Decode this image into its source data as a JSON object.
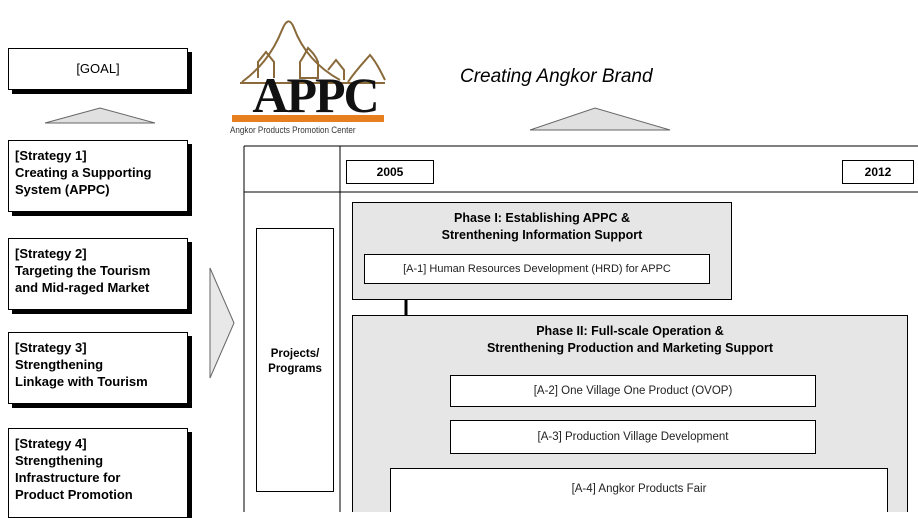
{
  "goal": {
    "label": "[GOAL]"
  },
  "brand": {
    "title": "Creating Angkor Brand"
  },
  "logo": {
    "letters": "APPC",
    "caption": "Angkor Products Promotion Center"
  },
  "strategies": [
    {
      "line1": "[Strategy 1]",
      "line2": "Creating a Supporting",
      "line3": "System (APPC)",
      "line4": ""
    },
    {
      "line1": "[Strategy 2]",
      "line2": "Targeting the Tourism",
      "line3": "and Mid-raged Market",
      "line4": ""
    },
    {
      "line1": "[Strategy 3]",
      "line2": "Strengthening",
      "line3": "Linkage with Tourism",
      "line4": ""
    },
    {
      "line1": "[Strategy 4]",
      "line2": "Strengthening",
      "line3": "Infrastructure for",
      "line4": "Product Promotion"
    }
  ],
  "timeline": {
    "start_year": "2005",
    "end_year": "2012"
  },
  "programs_label": {
    "line1": "Projects/",
    "line2": "Programs"
  },
  "phase1": {
    "line1": "Phase I: Establishing APPC &",
    "line2": "Strenthening Information Support"
  },
  "phase2": {
    "line1": "Phase II: Full-scale Operation &",
    "line2": "Strenthening Production and Marketing Support"
  },
  "projects": [
    {
      "label": "[A-1]  Human Resources Development (HRD) for APPC"
    },
    {
      "label": "[A-2] One Village One Product (OVOP)"
    },
    {
      "label": "[A-3] Production Village Development"
    },
    {
      "label": "[A-4] Angkor Products Fair"
    }
  ]
}
